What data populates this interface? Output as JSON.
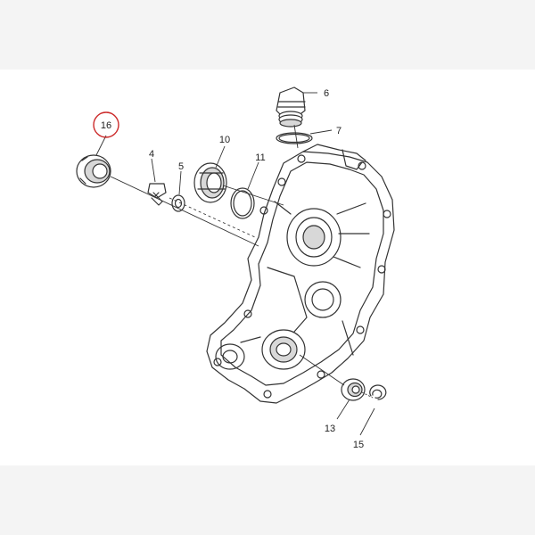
{
  "diagram": {
    "colors": {
      "line": "#333333",
      "shade": "#d8d8d8",
      "highlight": "#cc2b2b",
      "background": "#ffffff",
      "page": "#f4f4f4"
    },
    "callouts": {
      "c4": "4",
      "c5": "5",
      "c6": "6",
      "c7": "7",
      "c10": "10",
      "c11": "11",
      "c13": "13",
      "c15": "15",
      "c16": "16"
    }
  }
}
